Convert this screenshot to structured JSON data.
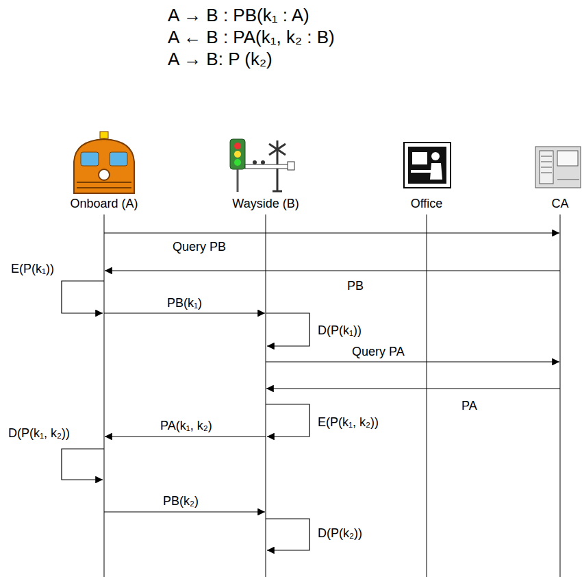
{
  "diagram": {
    "nodes": [
      {
        "text": [
          "Onboard (A)"
        ]
      },
      {
        "text": [
          "Wayside (B)"
        ]
      },
      {
        "text": [
          "Office"
        ]
      },
      {
        "text": [
          "CA"
        ]
      }
    ],
    "edges": [
      {
        "from": 0,
        "to": 3,
        "arrow": "to",
        "label": "Query PB"
      },
      {
        "from": 3,
        "to": 0,
        "arrow": "to",
        "label": "PB"
      },
      {
        "from": 0,
        "to": 1,
        "arrow": "to",
        "label": "PB(k₁)"
      },
      {
        "from": 1,
        "to": 3,
        "arrow": "to",
        "label": "Query PA"
      },
      {
        "from": 3,
        "to": 1,
        "arrow": "to",
        "label": "PA"
      },
      {
        "from": 1,
        "to": 0,
        "arrow": "to",
        "label": "PA(k₁, k₂)"
      },
      {
        "from": 0,
        "to": 1,
        "arrow": "to",
        "label": "PB(k₂)"
      }
    ],
    "labels": [
      "A → B :  PB(k₁ : A)",
      "A ← B :  PA(k₁, k₂ : B)",
      "A → B:   P (k₂)",
      "E(P(k₁))",
      "D(P(k₁))",
      "E(P(k₁, k₂))",
      "D(P(k₁, k₂))",
      "D(P(k₂))"
    ]
  }
}
